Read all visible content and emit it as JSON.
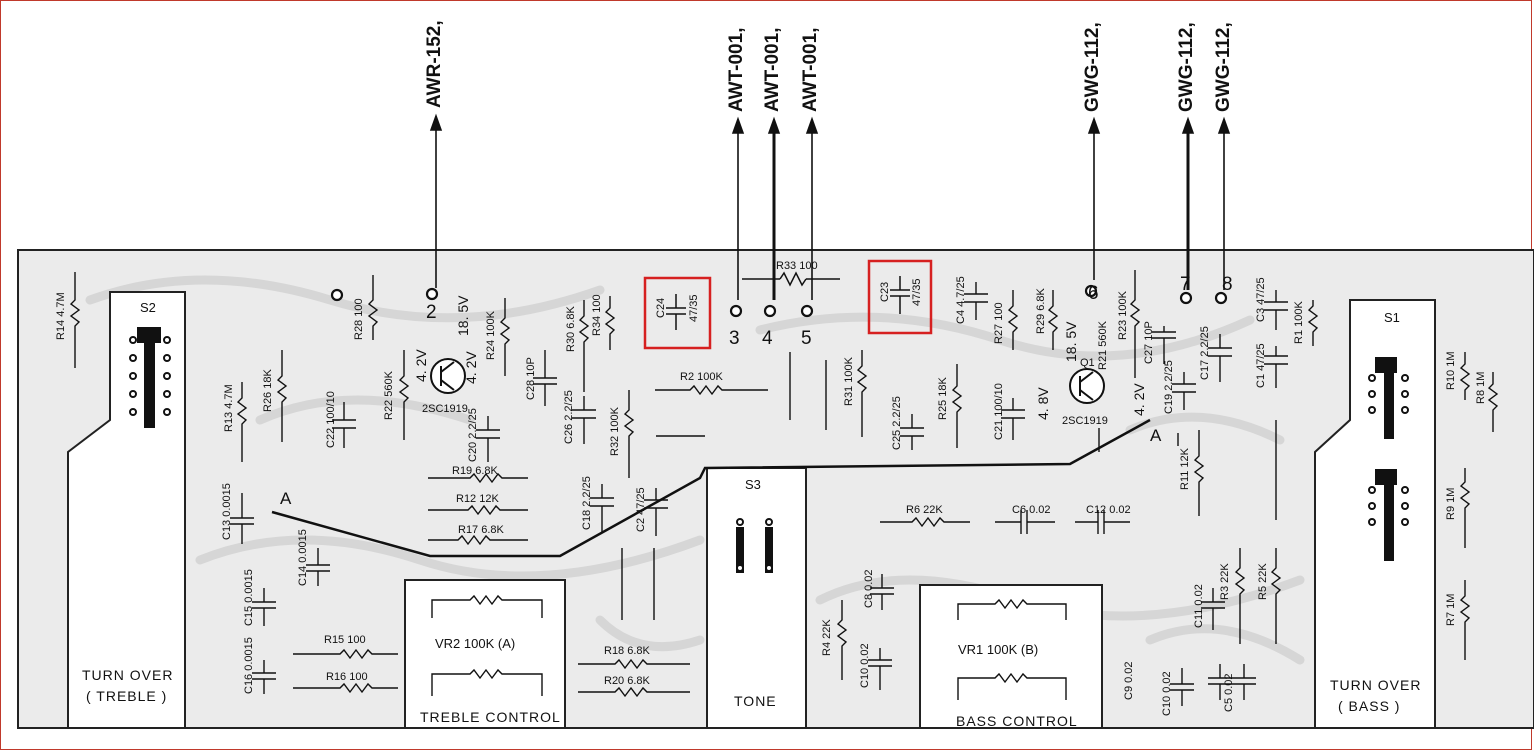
{
  "connectors": [
    "AWR-152, ",
    "AWT-001, ",
    "AWT-001, ",
    "AWT-001, ",
    "GWG-112, ",
    "GWG-112, ",
    "GWG-112, "
  ],
  "pins": [
    "2",
    "3",
    "4",
    "5",
    "6",
    "7",
    "8"
  ],
  "switches": {
    "s1": "S1",
    "s2": "S2",
    "s3": "S3"
  },
  "sections": {
    "turn_over_treble": [
      "TURN  OVER",
      "( TREBLE )"
    ],
    "turn_over_bass": [
      "TURN  OVER",
      "( BASS )"
    ],
    "tone": "TONE",
    "treble_control": "TREBLE  CONTROL",
    "bass_control": "BASS  CONTROL",
    "vr2": "VR2   100K (A)",
    "vr1": "VR1   100K (B)"
  },
  "node_a": "A",
  "highlighted": {
    "c24": [
      "C24",
      "47/35"
    ],
    "c23": [
      "C23",
      "47/35"
    ]
  },
  "transistors": {
    "q2": "2SC1919",
    "q1": "2SC1919",
    "q1_label": "Q1"
  },
  "voltages": {
    "q2_c": "18. 5V",
    "q2_b": "4. 2V",
    "q2_e": "4. 2V",
    "q1_c": "18. 5V",
    "q1_b": "4. 2V",
    "q1_e": "4. 8V"
  },
  "r33": "R33  100",
  "components": {
    "r14": "R14 4.7M",
    "r13": "R13 4.7M",
    "r28": "R28 100",
    "r22": "R22 560K",
    "r26": "R26 18K",
    "r24": "R24 100K",
    "c22": "C22 100/10",
    "c20": "C20 2.2/25",
    "c28": "C28 10P",
    "r30": "R30 6.8K",
    "r34": "R34 100",
    "c26": "C26 2.2/25",
    "r32": "R32 100K",
    "r2": "R2 100K",
    "r19": "R19 6.8K",
    "r12": "R12 12K",
    "r17": "R17 6.8K",
    "c13": "C13 0.0015",
    "c14": "C14 0.0015",
    "c15": "C15 0.0015",
    "c16": "C16 0.0015",
    "r15": "R15 100",
    "r16": "R16 100",
    "c18": "C18 2.2/25",
    "c2": "C2 47/25",
    "r18": "R18 6.8K",
    "r20": "R20 6.8K",
    "r31": "R31 100K",
    "c25": "C25 2.2/25",
    "r25": "R25 18K",
    "c4": "C4 4.7/25",
    "r27": "R27 100",
    "r29": "R29 6.8K",
    "c21": "C21 100/10",
    "r21": "R21 560K",
    "r23": "R23 100K",
    "c27": "C27 10P",
    "c19": "C19 2.2/25",
    "c17": "C17 2.2/25",
    "c3": "C3 47/25",
    "c1": "C1 47/25",
    "r1": "R1 100K",
    "r6": "R6 22K",
    "c6": "C6 0.02",
    "c12": "C12 0.02",
    "c8": "C8 0.02",
    "c10": "C10 0.02",
    "r4": "R4 22K",
    "r11": "R11 12K",
    "r3": "R3 22K",
    "r5": "R5 22K",
    "c11": "C11 0.02",
    "c9": "C9 0.02",
    "c10b": "C10 0.02",
    "c5": "C5 0.02",
    "r10": "R10 1M",
    "r8": "R8 1M",
    "r9": "R9 1M",
    "r7": "R7 1M"
  },
  "colors": {
    "highlight": "#d62020",
    "board": "#e9e9e9",
    "ink": "#111111"
  }
}
